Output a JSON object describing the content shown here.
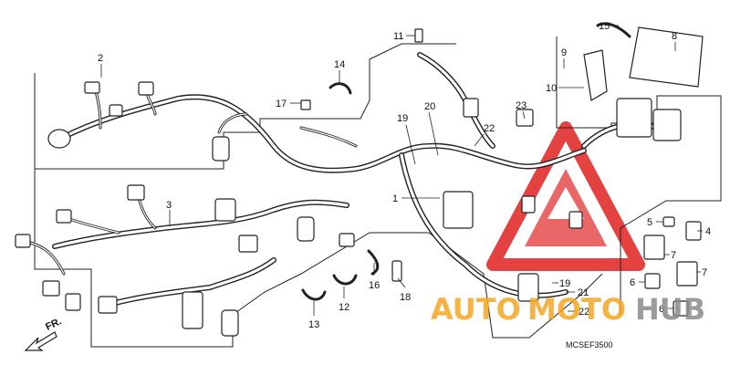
{
  "diagram": {
    "diagram_code": "MCSEF3500",
    "direction_label": "FR.",
    "part_numbers": [
      "2",
      "3",
      "1",
      "4",
      "5",
      "6",
      "6",
      "7",
      "7",
      "8",
      "9",
      "10",
      "11",
      "12",
      "13",
      "14",
      "15",
      "16",
      "17",
      "18",
      "19",
      "19",
      "20",
      "21",
      "22",
      "22",
      "23"
    ],
    "watermark": {
      "text_auto": "AUTO",
      "text_moto": "MOTO",
      "text_hub": "HUB",
      "color_orange": "#f5a623",
      "color_red": "#e02020",
      "color_grey": "#8a8a8a"
    }
  }
}
